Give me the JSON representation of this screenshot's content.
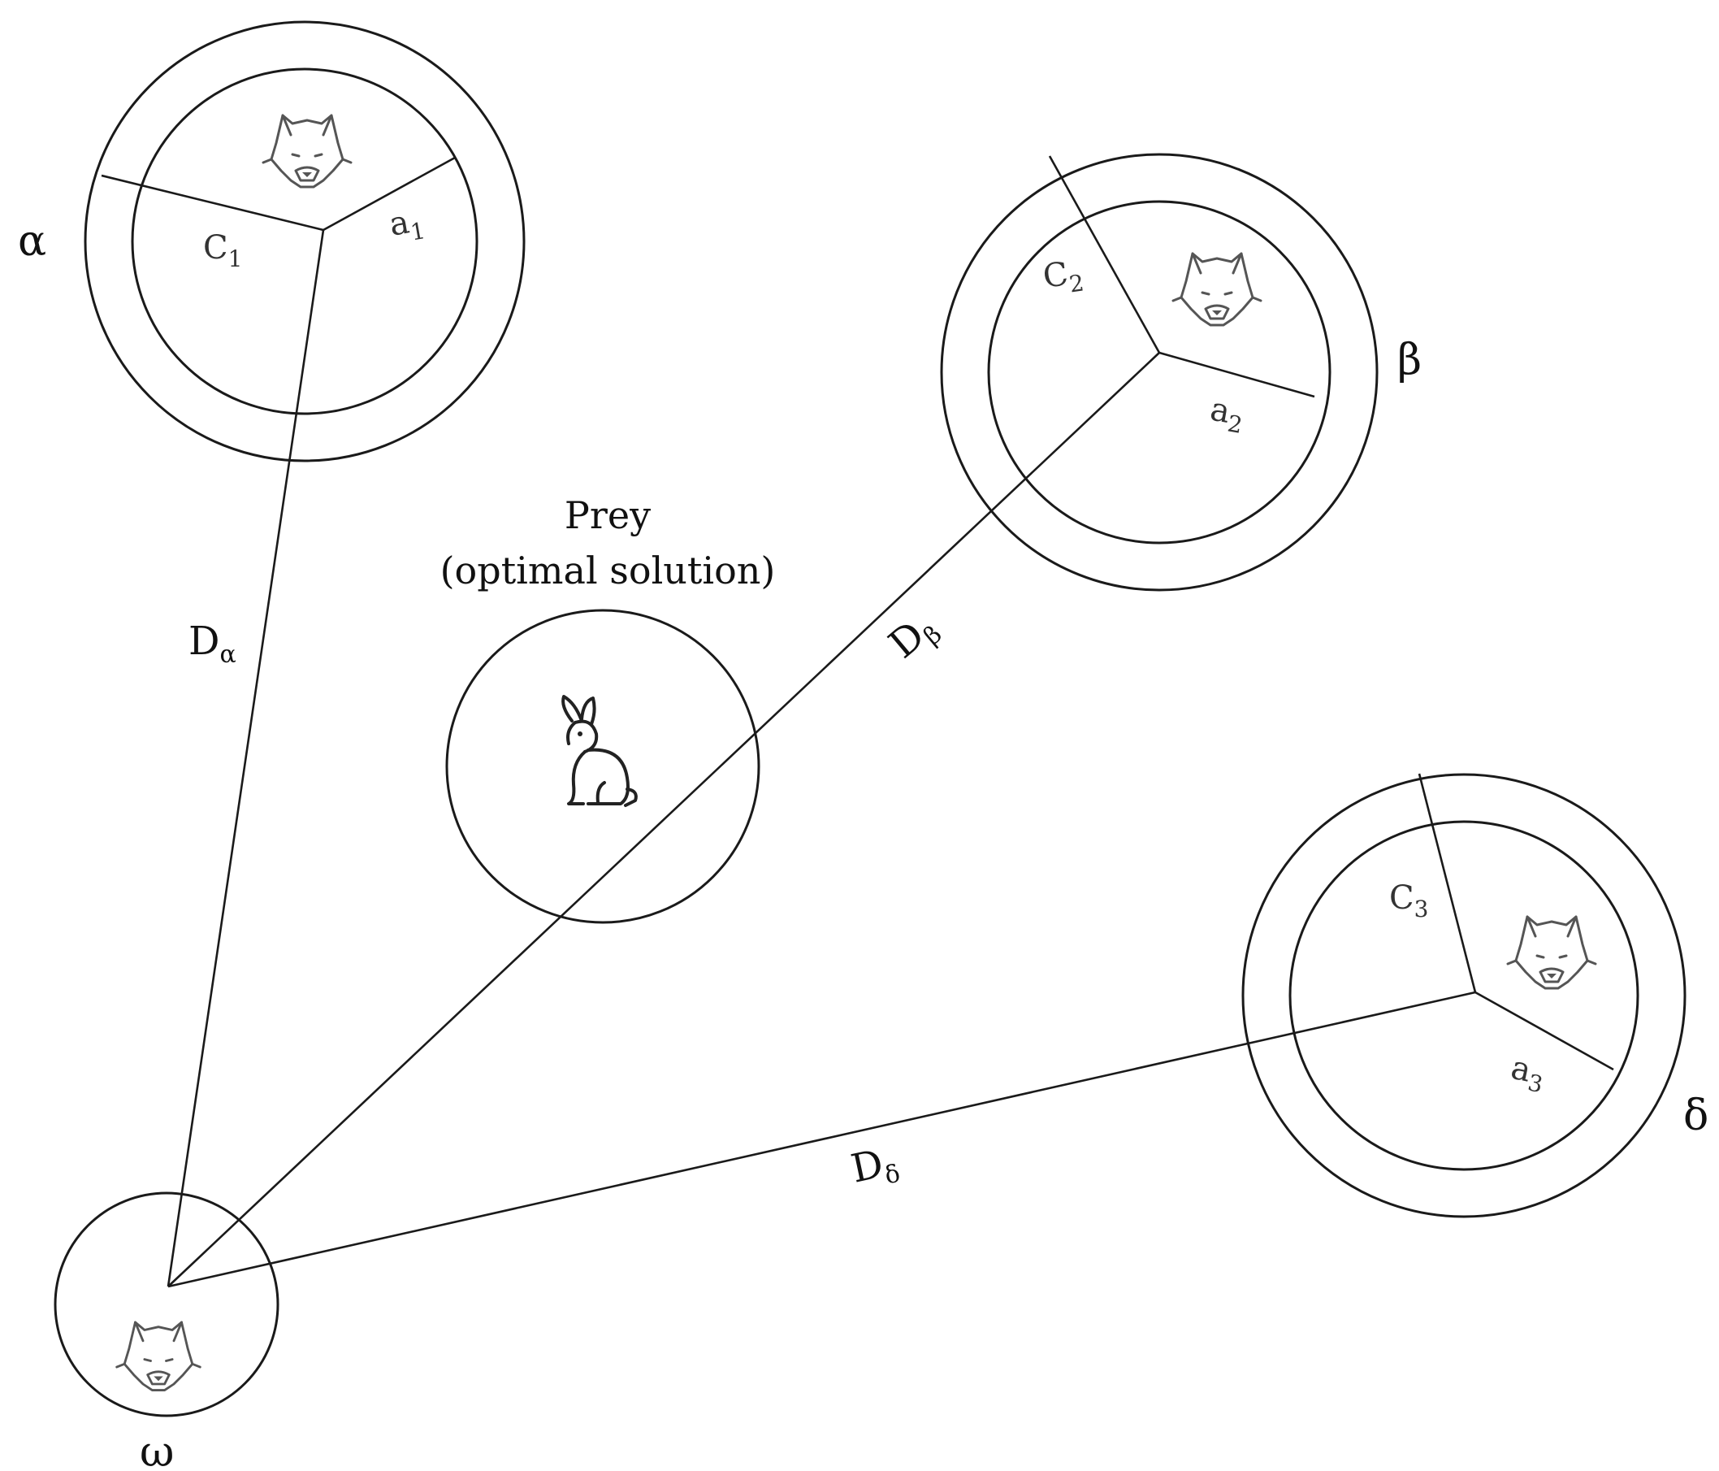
{
  "diagram": {
    "wolves": {
      "alpha": {
        "symbol": "α",
        "coef_c": "C",
        "coef_c_sub": "1",
        "coef_a": "a",
        "coef_a_sub": "1",
        "icon": "wolf-head-icon"
      },
      "beta": {
        "symbol": "β",
        "coef_c": "C",
        "coef_c_sub": "2",
        "coef_a": "a",
        "coef_a_sub": "2",
        "icon": "wolf-head-icon"
      },
      "delta": {
        "symbol": "δ",
        "coef_c": "C",
        "coef_c_sub": "3",
        "coef_a": "a",
        "coef_a_sub": "3",
        "icon": "wolf-head-icon"
      },
      "omega": {
        "symbol": "ω",
        "icon": "wolf-head-icon"
      }
    },
    "prey": {
      "line1": "Prey",
      "line2": "(optimal solution)",
      "icon": "rabbit-icon"
    },
    "distances": {
      "alpha": {
        "main": "D",
        "sub": "α"
      },
      "beta": {
        "main": "D",
        "sub": "β"
      },
      "delta": {
        "main": "D",
        "sub": "δ"
      }
    }
  }
}
